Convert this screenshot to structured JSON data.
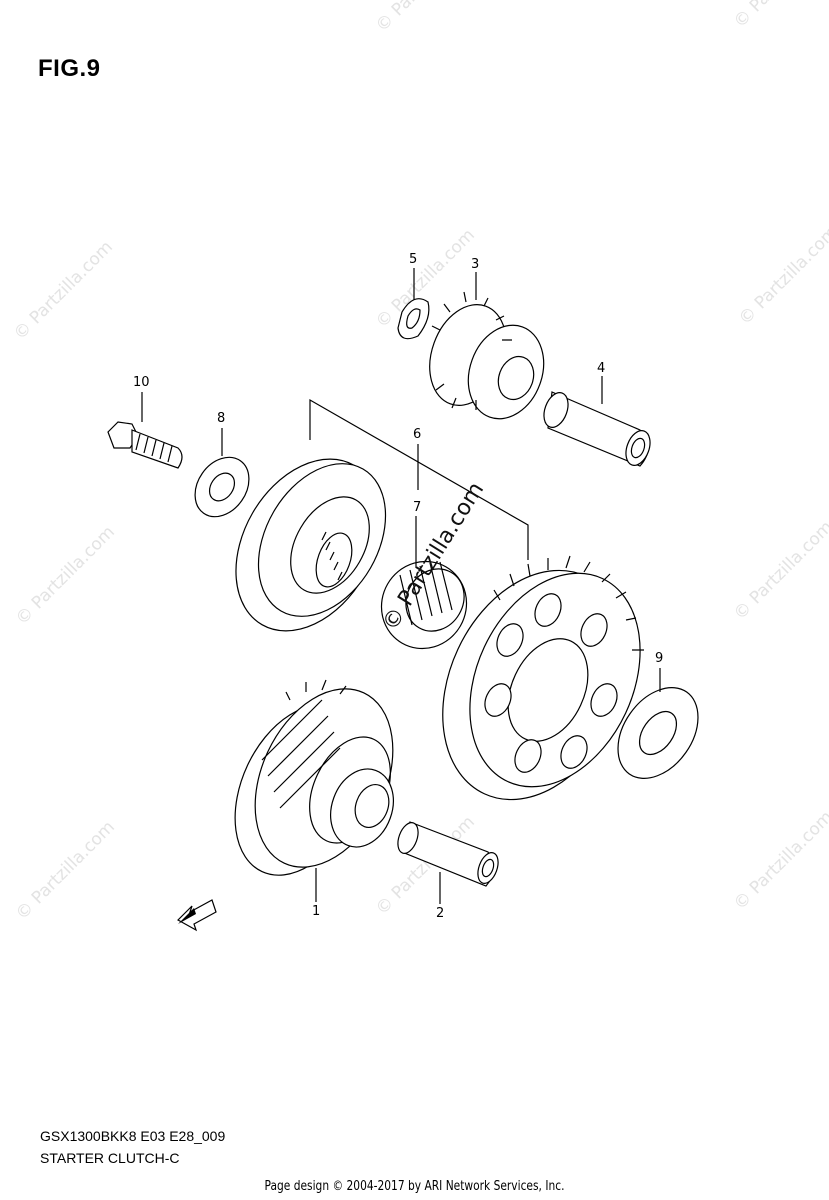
{
  "figure": {
    "title": "FIG.9"
  },
  "watermark": {
    "text": "© Partzilla.com"
  },
  "callouts": [
    "1",
    "2",
    "3",
    "4",
    "5",
    "6",
    "7",
    "8",
    "9",
    "10"
  ],
  "caption": {
    "model": "GSX1300BKK8 E03 E28_009",
    "section": "STARTER CLUTCH-C"
  },
  "fwd_icon": {
    "name": "fwd-arrow-icon",
    "label": "FWD"
  },
  "footer": {
    "text": "Page design © 2004-2017 by ARI Network Services, Inc."
  }
}
